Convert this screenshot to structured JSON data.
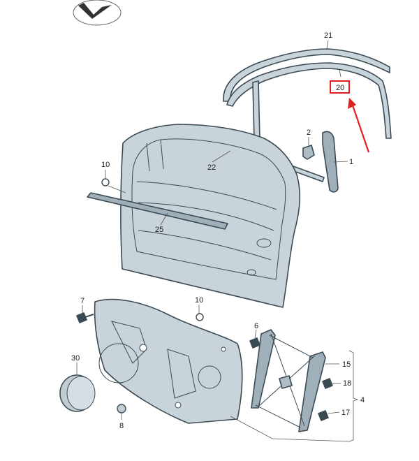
{
  "callouts": {
    "c21": "21",
    "c20": "20",
    "c2": "2",
    "c1": "1",
    "c22": "22",
    "c10a": "10",
    "c25": "25",
    "c7": "7",
    "c10b": "10",
    "c6": "6",
    "c15": "15",
    "c30": "30",
    "c18": "18",
    "c4": "4",
    "c17": "17",
    "c8": "8"
  },
  "colors": {
    "part_fill": "#c9d3da",
    "part_fill_dark": "#9fb0bb",
    "outline": "#3a4a55",
    "highlight_box": "#e02020",
    "arrow": "#e02020",
    "seal_fill": "#c2ccd3"
  },
  "icons": {
    "logo": "checkmark-logo-icon",
    "arrow": "red-pointer-arrow-icon"
  }
}
